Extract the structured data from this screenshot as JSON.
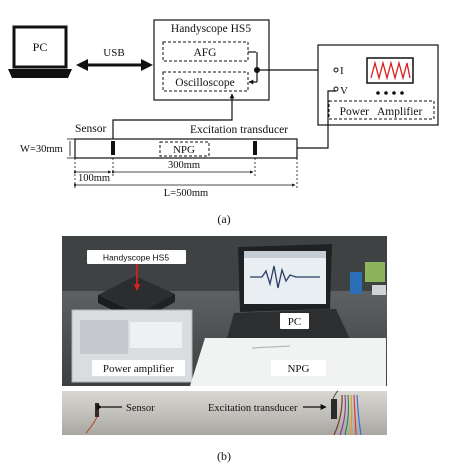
{
  "schematic": {
    "pc_label": "PC",
    "usb_label": "USB",
    "scope_title": "Handyscope HS5",
    "afg_label": "AFG",
    "oscilloscope_label": "Oscilloscope",
    "amp_in_i": "I",
    "amp_in_v": "V",
    "amp_label": "Power   Amplifier",
    "sensor_label": "Sensor",
    "excitation_label": "Excitation transducer",
    "npg_label": "NPG",
    "width_label": "W=30mm",
    "dim_100": "100mm",
    "dim_300": "300mm",
    "dim_total": "L=500mm",
    "caption": "(a)"
  },
  "photo": {
    "handyscope_label": "Handyscope HS5",
    "pc_label": "PC",
    "power_amp_label": "Power amplifier",
    "npg_label": "NPG",
    "sensor_label": "Sensor",
    "excitation_label": "Excitation transducer",
    "caption": "(b)"
  },
  "colors": {
    "arrow_red": "#e02020",
    "amp_wave": "#d81e1e",
    "line": "#111111"
  }
}
